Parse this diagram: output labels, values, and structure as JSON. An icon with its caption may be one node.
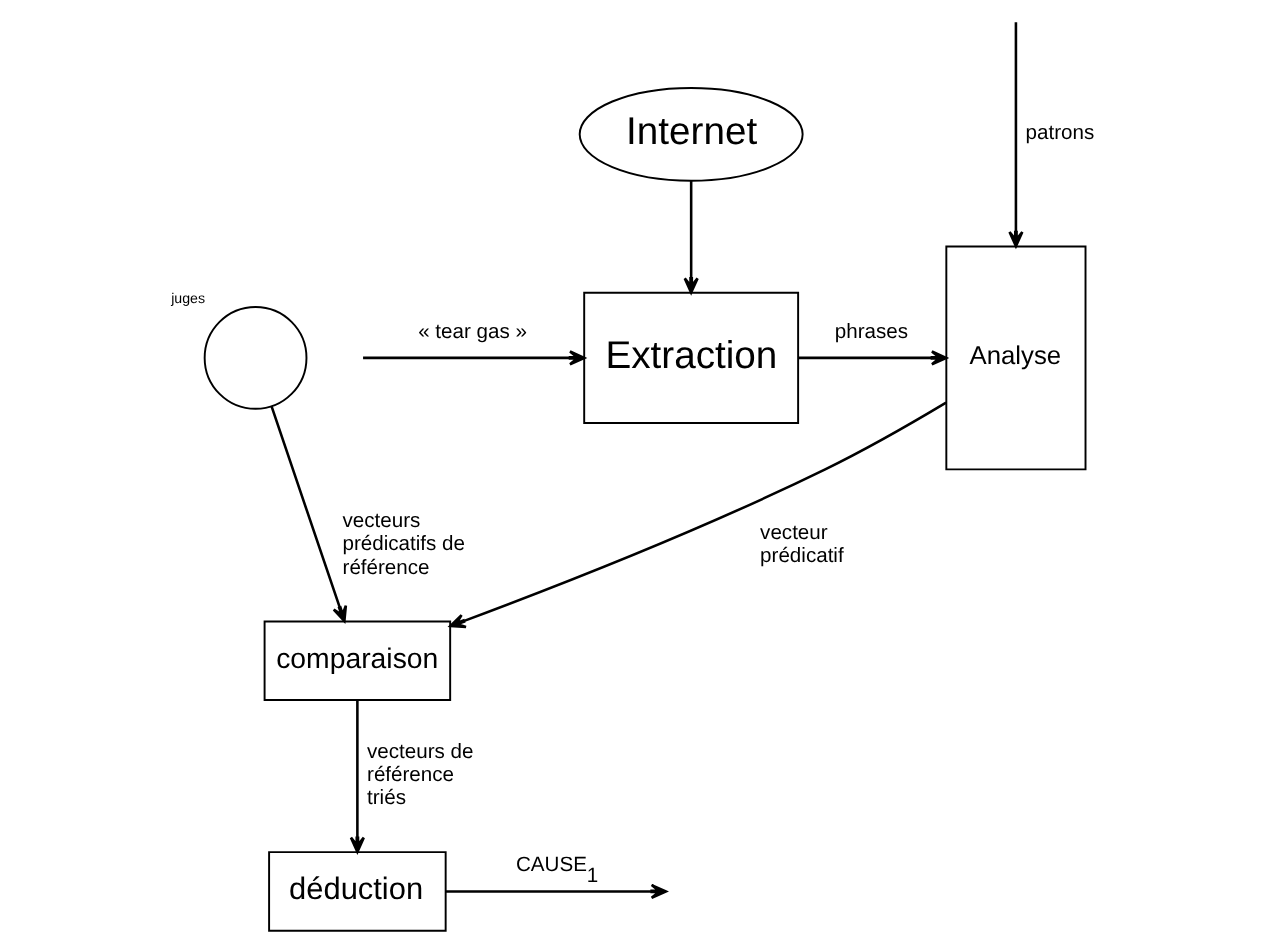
{
  "diagram": {
    "nodes": [
      {
        "text": [
          "Internet"
        ]
      },
      {
        "text": [
          "Extraction"
        ]
      },
      {
        "text": [
          "Analyse"
        ]
      },
      {
        "text": [
          "déduction"
        ]
      },
      {
        "text": [
          "comparaison"
        ]
      },
      {
        "text": [],
        "shape": "circle",
        "beside": [
          "juges"
        ]
      }
    ],
    "edges": [
      {
        "from": null,
        "to": 1,
        "arrow": "to",
        "label": "« tear gas »"
      },
      {
        "from": 0,
        "to": 1,
        "arrow": "to"
      },
      {
        "from": 1,
        "to": 2,
        "arrow": "to",
        "label": "phrases"
      },
      {
        "from": null,
        "to": 2,
        "arrow": "to",
        "label": "patrons"
      },
      {
        "from": 2,
        "to": 4,
        "arrow": "to",
        "label": "vecteur prédicatif"
      },
      {
        "from": 3,
        "to": null,
        "arrow": "to",
        "label": "CAUSE$_{1}$"
      },
      {
        "from": 4,
        "to": 3,
        "arrow": "to",
        "label": "vecteurs de référence triés"
      },
      {
        "from": 5,
        "to": 4,
        "arrow": "to",
        "label": "vecteurs prédicatifs de référence"
      }
    ]
  }
}
